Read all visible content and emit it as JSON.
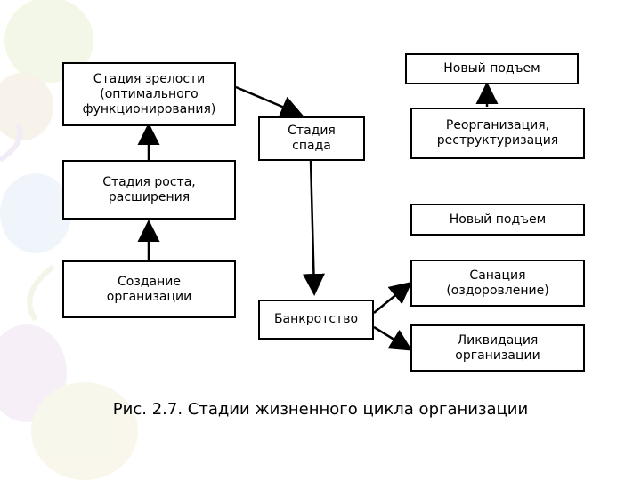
{
  "diagram": {
    "boxes": {
      "maturity": "Стадия зрелости\n(оптимального\nфункционирования)",
      "decline": "Стадия\nспада",
      "new_rise_top": "Новый подъем",
      "reorganization": "Реорганизация,\nреструктуризация",
      "growth": "Стадия роста,\nрасширения",
      "new_rise_mid": "Новый подъем",
      "creation": "Создание\nорганизации",
      "sanation": "Санация\n(оздоровление)",
      "bankruptcy": "Банкротство",
      "liquidation": "Ликвидация\nорганизации"
    },
    "caption": "Рис. 2.7. Стадии жизненного цикла организации"
  },
  "colors": {
    "line": "#000000",
    "background": "#ffffff",
    "balloon_tint": "#f3f7e6"
  }
}
